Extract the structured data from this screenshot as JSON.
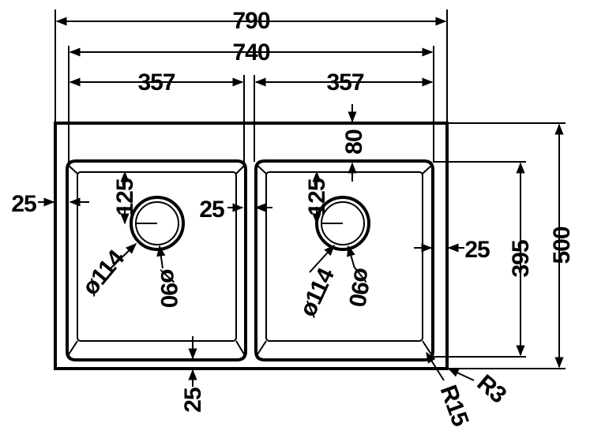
{
  "dimensions": {
    "overall_width": "790",
    "bowl_span_width": "740",
    "left_bowl_width": "357",
    "right_bowl_width": "357",
    "top_rim": "80",
    "left_rim": "25",
    "center_divider": "25",
    "right_rim": "25",
    "bottom_rim": "25",
    "bowl_depth": "395",
    "overall_depth": "500",
    "left_drain_offset": "125",
    "right_drain_offset": "125",
    "left_drain_diameter": "ø114",
    "right_drain_diameter": "ø114",
    "left_drain_hole": "ø90",
    "right_drain_hole": "ø90",
    "corner_radius_bowl": "R15",
    "corner_radius_outer": "R3"
  }
}
